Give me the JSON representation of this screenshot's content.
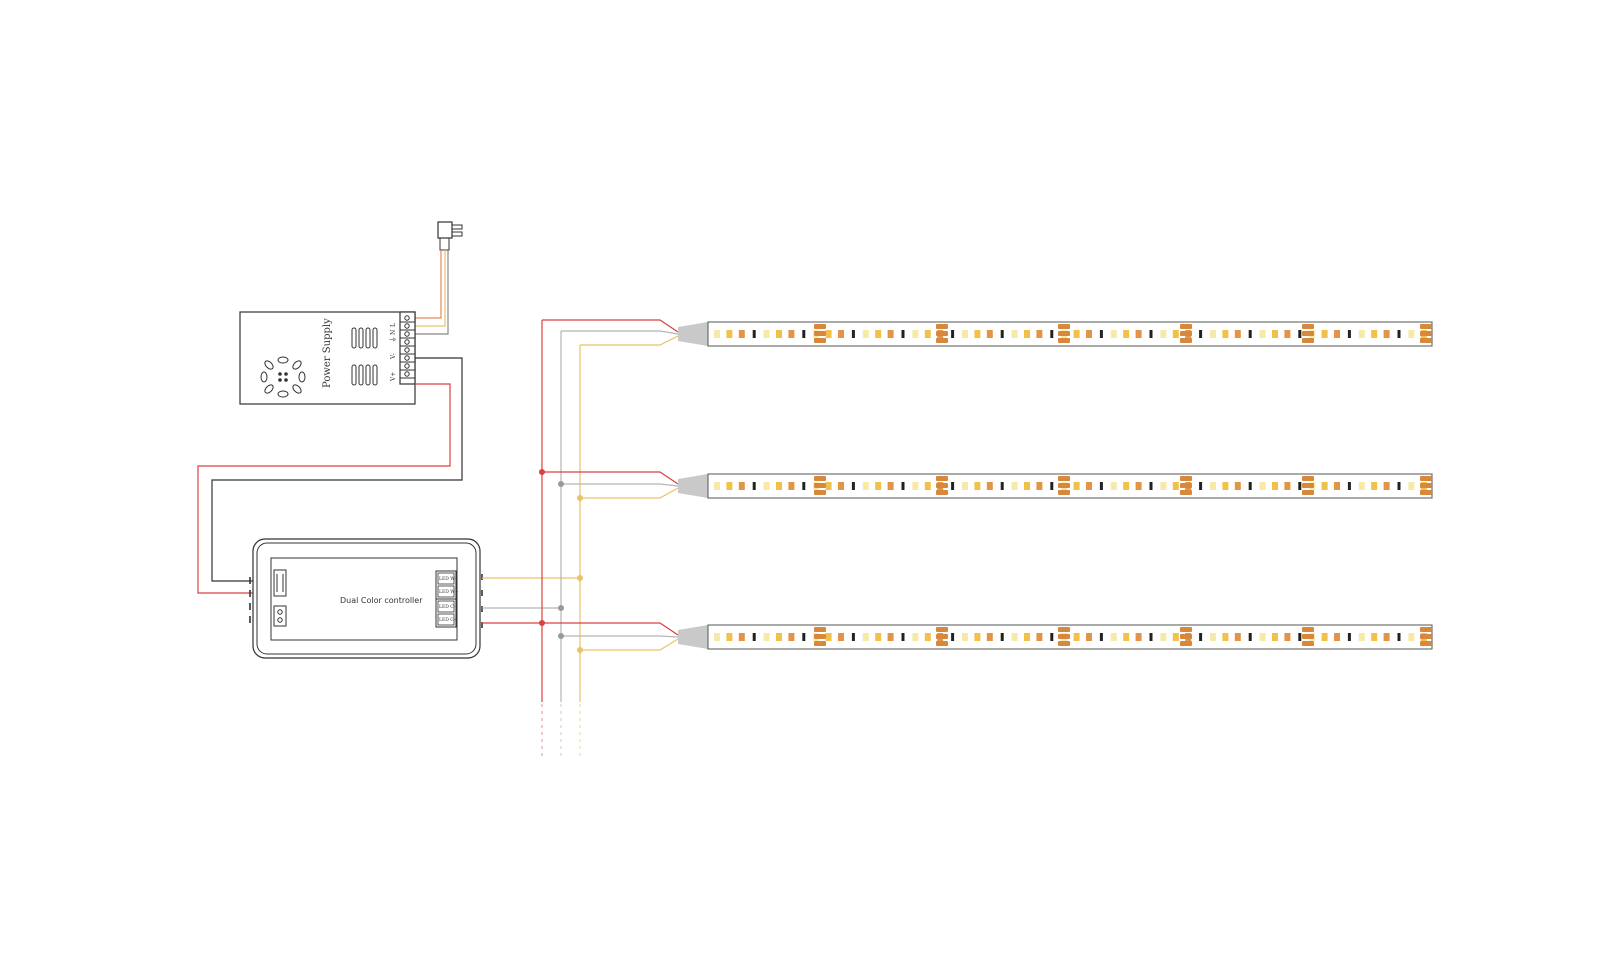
{
  "power_supply": {
    "label": "Power Supply",
    "terminals": [
      "L",
      "N",
      "⏚",
      "V-",
      "V-",
      "V+",
      "V+"
    ]
  },
  "controller": {
    "label": "Dual Color controller",
    "outputs": [
      "LED W-",
      "LED W+",
      "LED C-",
      "LED C+"
    ]
  },
  "wire_colors": {
    "positive": "#d94040",
    "ground": "#333333",
    "warm": "#e7c36a",
    "cool": "#b5b5b5",
    "neutral": "#e58a5a"
  },
  "led_colors": {
    "warm": "#f2c14a",
    "light": "#f7e9a8",
    "amber": "#e29448",
    "black": "#222222",
    "pad": "#d8883c"
  },
  "strip_count": 3
}
